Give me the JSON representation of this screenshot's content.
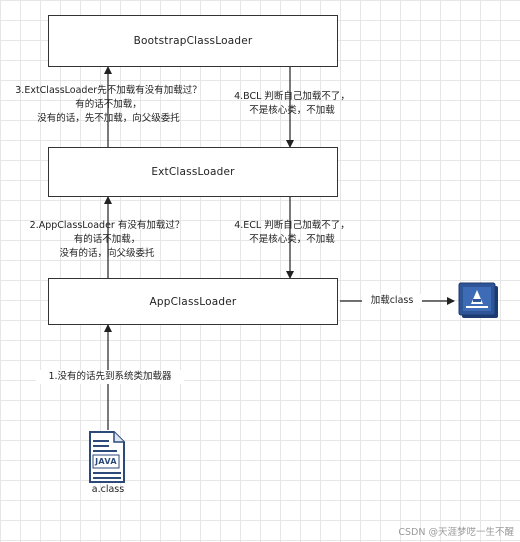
{
  "nodes": {
    "bootstrap": "BootstrapClassLoader",
    "ext": "ExtClassLoader",
    "app": "AppClassLoader"
  },
  "labels": {
    "step3": [
      "3.ExtClassLoader先不加载有没有加载过？",
      "有的话不加载，",
      "没有的话，先不加载，向父级委托"
    ],
    "step4_bcl": [
      "4.BCL 判断自己加载不了，",
      "不是核心类，不加载"
    ],
    "step2": [
      "2.AppClassLoader 有没有加载过？",
      "有的话不加载，",
      "没有的话，向父级委托"
    ],
    "step4_ecl": [
      "4.ECL 判断自己加载不了，",
      "不是核心类，不加载"
    ],
    "load_class": "加载class",
    "step1": "1.没有的话先到系统类加载器"
  },
  "file": {
    "badge": "JAVA",
    "name": "a.class"
  },
  "watermark": "CSDN @天涯梦呓一生不醒"
}
